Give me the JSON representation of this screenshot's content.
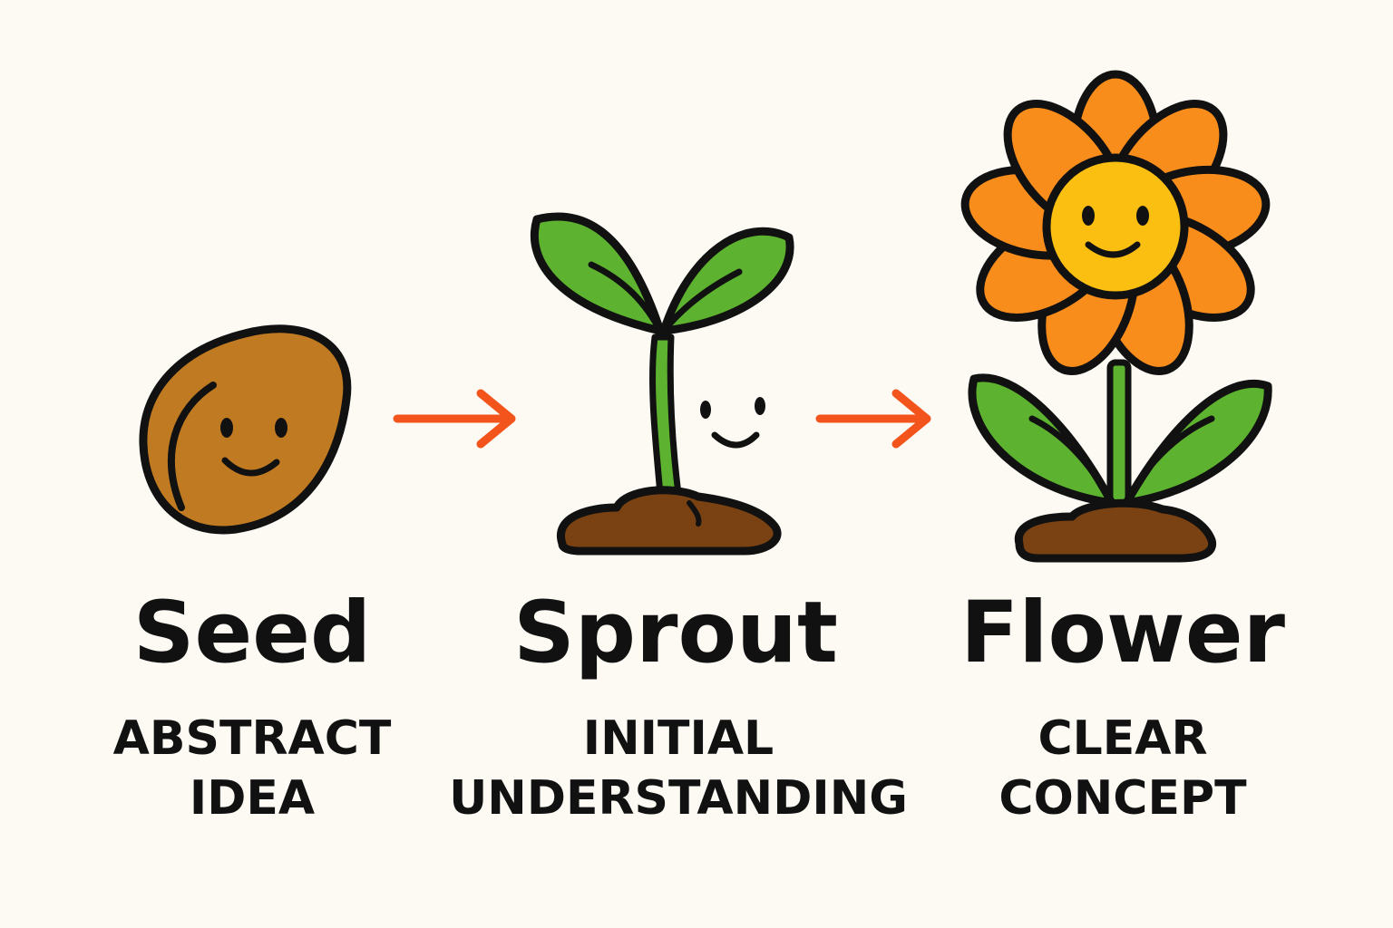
{
  "stages": [
    {
      "name": "Seed",
      "description": [
        "ABSTRACT",
        "IDEA"
      ],
      "icon": "seed-icon"
    },
    {
      "name": "Sprout",
      "description": [
        "INITIAL",
        "UNDERSTANDING"
      ],
      "icon": "sprout-icon"
    },
    {
      "name": "Flower",
      "description": [
        "CLEAR",
        "CONCEPT"
      ],
      "icon": "flower-icon"
    }
  ],
  "connectors": [
    "arrow-icon",
    "arrow-icon"
  ],
  "colors": {
    "background": "#fcfaf3",
    "outline": "#111111",
    "seed": "#c07a22",
    "leaf": "#5db22f",
    "soil": "#7a4212",
    "petal": "#f98d1c",
    "flower_center": "#fbbf12",
    "arrow": "#f2541b"
  }
}
